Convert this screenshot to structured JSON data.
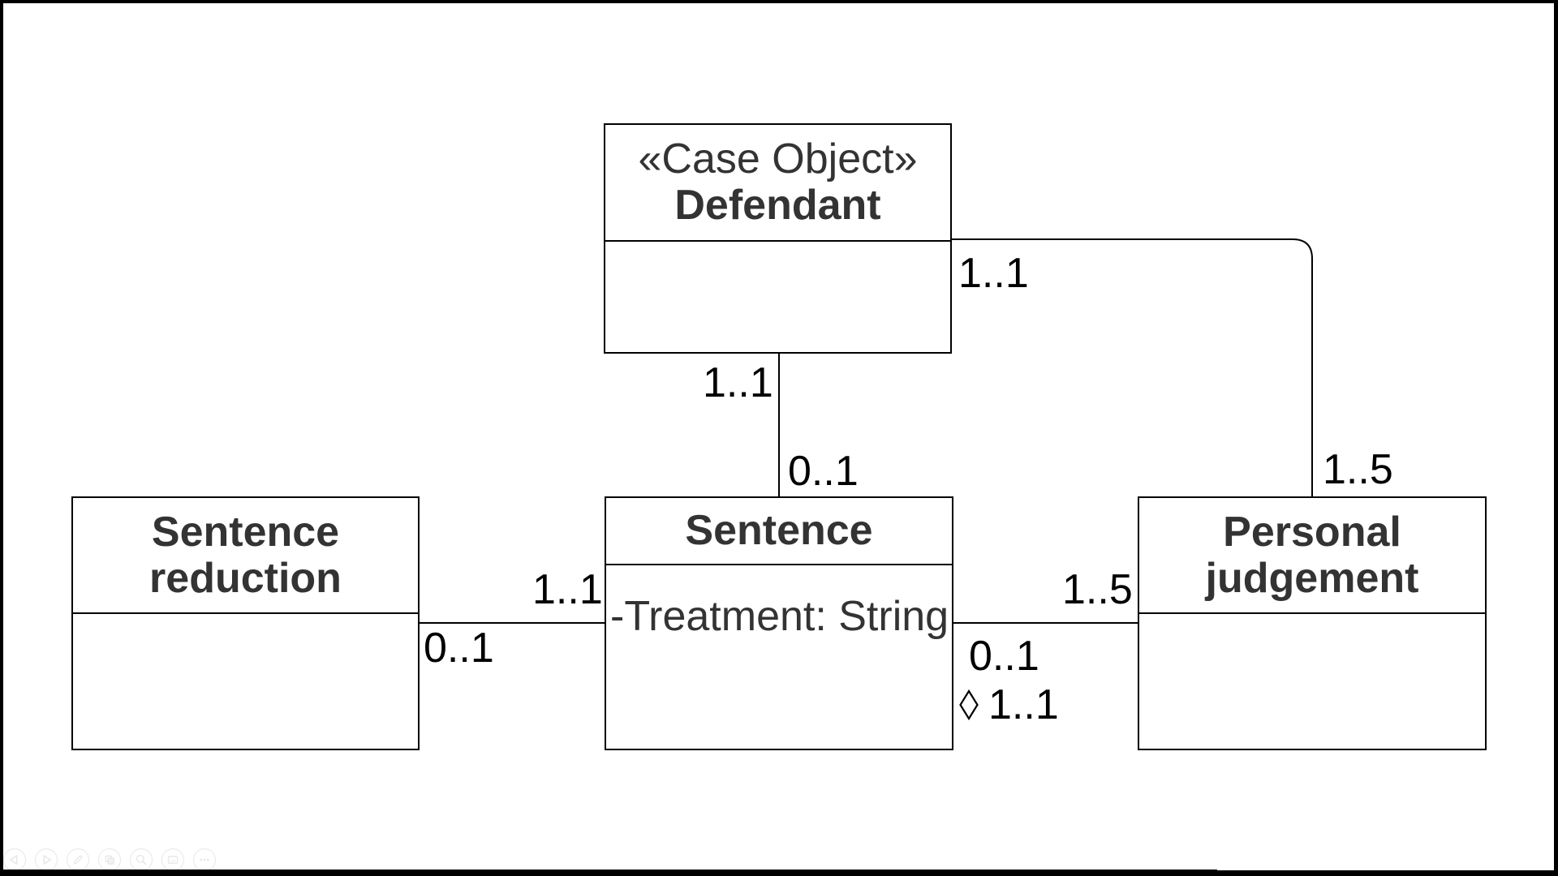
{
  "diagram": {
    "classes": {
      "defendant": {
        "stereotype": "«Case Object»",
        "name": "Defendant"
      },
      "sentence": {
        "name": "Sentence",
        "attribute": "-Treatment: String"
      },
      "sentence_reduction": {
        "name": "Sentence reduction"
      },
      "personal_judgement": {
        "name": "Personal judgement"
      }
    },
    "edge_labels": {
      "defendant_sentence": {
        "source": "1..1",
        "target": "0..1"
      },
      "defendant_personal_judgement": {
        "source": "1..1",
        "target": "1..5"
      },
      "sentence_reduction_sentence": {
        "source": "0..1",
        "target": "1..1"
      },
      "sentence_personal_judgement": {
        "source": "0..1",
        "target": "1..5",
        "aggregation": "1..1",
        "aggregation_icon": "white-diamond"
      }
    }
  },
  "toolbar": {
    "buttons": [
      {
        "id": "previous-page",
        "icon": "triangle-left-icon"
      },
      {
        "id": "next-page",
        "icon": "triangle-right-icon"
      },
      {
        "id": "edit",
        "icon": "pencil-icon"
      },
      {
        "id": "copy",
        "icon": "pages-icon"
      },
      {
        "id": "zoom",
        "icon": "magnifier-icon"
      },
      {
        "id": "display",
        "icon": "card-icon"
      },
      {
        "id": "more",
        "icon": "ellipsis-icon"
      }
    ]
  }
}
